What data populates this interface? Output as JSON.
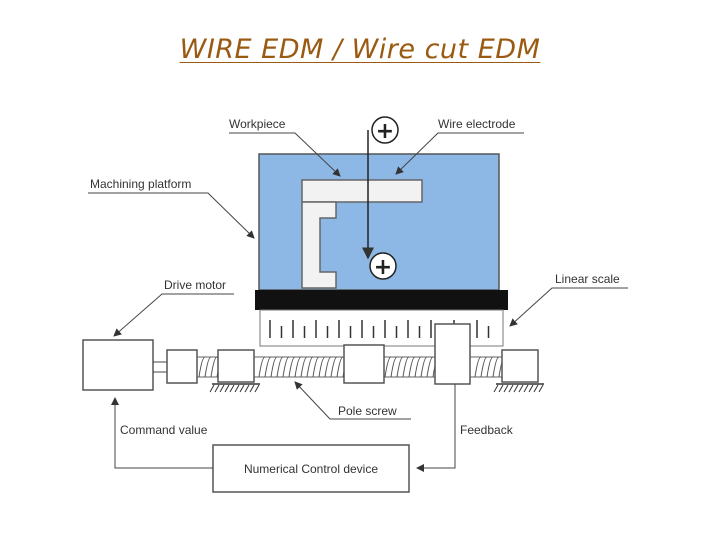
{
  "title": "WIRE EDM /  Wire cut EDM",
  "labels": {
    "workpiece": "Workpiece",
    "wire_electrode": "Wire electrode",
    "machining_platform": "Machining platform",
    "drive_motor": "Drive motor",
    "linear_scale": "Linear scale",
    "pole_screw": "Pole screw",
    "command_value": "Command value",
    "feedback": "Feedback",
    "nc_device": "Numerical Control device"
  },
  "symbols": {
    "top_electrode": "+",
    "bottom_electrode": "+"
  },
  "colors": {
    "tank_water": "#8db8e6",
    "title": "#9a5a12",
    "table": "#111111"
  }
}
